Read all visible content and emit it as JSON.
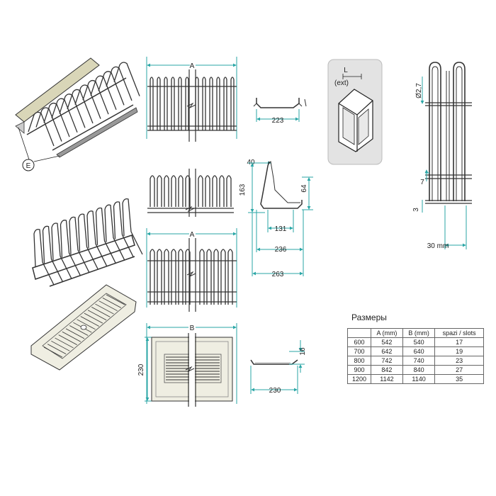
{
  "labels": {
    "e": "E",
    "a_top": "A",
    "a_mid": "A",
    "b": "B",
    "l": "L",
    "ext": "(ext)",
    "d223": "223",
    "d40": "40",
    "d163": "163",
    "d64": "64",
    "d131": "131",
    "d236": "236",
    "d263": "263",
    "d230v": "230",
    "d16": "16",
    "d230h": "230",
    "d27": "Ø2,7",
    "d7": "7",
    "d3": "3",
    "d30": "30 mm"
  },
  "table": {
    "title": "Размеры",
    "headers": [
      "",
      "A (mm)",
      "B (mm)",
      "spazi / slots"
    ],
    "rows": [
      [
        "600",
        "542",
        "540",
        "17"
      ],
      [
        "700",
        "642",
        "640",
        "19"
      ],
      [
        "800",
        "742",
        "740",
        "23"
      ],
      [
        "900",
        "842",
        "840",
        "27"
      ],
      [
        "1200",
        "1142",
        "1140",
        "35"
      ]
    ]
  },
  "colors": {
    "dimension": "#2aa6a6",
    "wire": "#333333",
    "tray": "#efeee2"
  }
}
